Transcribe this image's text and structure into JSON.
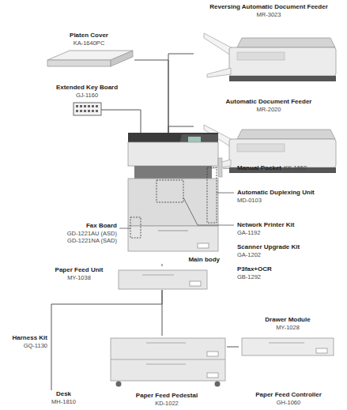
{
  "diagram": {
    "nodes": [
      {
        "text": [
          "Reversing Automatic Document Feeder",
          "MR-3023"
        ]
      },
      {
        "text": [
          "Platen Cover",
          "KA-1640PC"
        ]
      },
      {
        "text": [
          "Extended Key Board",
          "GJ-1160"
        ]
      },
      {
        "text": [
          "Automatic Document Feeder",
          "MR-2020"
        ]
      },
      {
        "text": [
          "Main body"
        ]
      },
      {
        "text": [
          "Paper Feed Unit",
          "MY-1038"
        ]
      },
      {
        "text": [
          "Drawer Module",
          "MY-1028"
        ]
      },
      {
        "text": [
          "Paper Feed Pedestal",
          "KD-1022"
        ]
      },
      {
        "text": [
          "Desk",
          "MH-1810"
        ]
      }
    ],
    "edges": [
      {
        "from": 0,
        "to": 4,
        "arrow": "none"
      },
      {
        "from": 1,
        "to": 4,
        "arrow": "none"
      },
      {
        "from": 2,
        "to": 4,
        "arrow": "none"
      },
      {
        "from": 3,
        "to": 4,
        "arrow": "none"
      },
      {
        "from": 4,
        "to": 5,
        "arrow": "none"
      },
      {
        "from": 5,
        "to": 7,
        "arrow": "none"
      },
      {
        "from": 5,
        "to": 8,
        "arrow": "none"
      },
      {
        "from": 7,
        "to": 6,
        "arrow": "none"
      }
    ],
    "labels": [
      "Manual Pocket",
      "KK-1660",
      "Automatic Duplexing Unit",
      "MD-0103",
      "Fax Board",
      "GD-1221AU (ASD)",
      "GD-1221NA (SAD)",
      "Network Printer Kit",
      "GA-1192",
      "Scanner Upgrade Kit",
      "GA-1202",
      "P3fax+OCR",
      "GB-1292",
      "Harness Kit",
      "GQ-1130",
      "Paper Feed Controller",
      "GH-1060"
    ]
  }
}
